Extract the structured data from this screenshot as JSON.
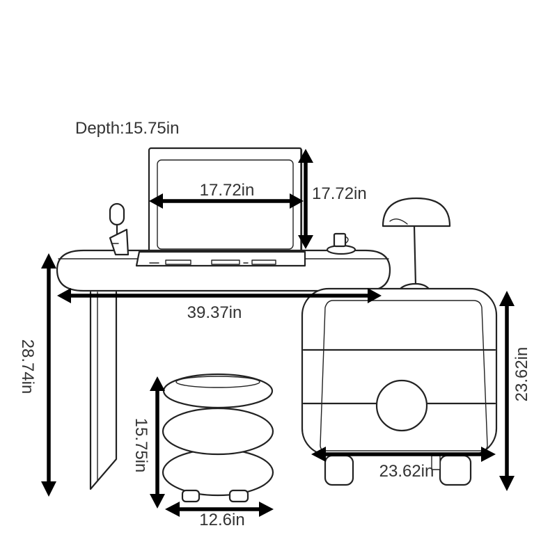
{
  "depth_label": "Depth:15.75in",
  "dimensions": {
    "monitor_width": "17.72in",
    "monitor_height": "17.72in",
    "desk_width": "39.37in",
    "desk_height": "28.74in",
    "stool_height": "15.75in",
    "stool_width": "12.6in",
    "cabinet_height": "23.62in",
    "cabinet_width": "23.62in"
  },
  "colors": {
    "line": "#222222",
    "arrow": "#000000",
    "text": "#333333"
  }
}
